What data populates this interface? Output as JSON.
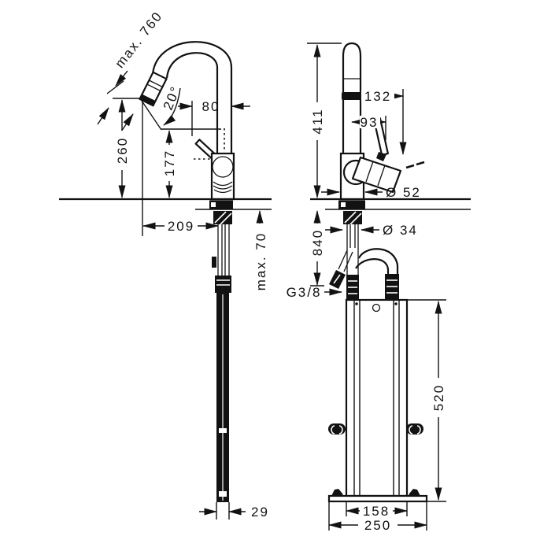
{
  "drawing": {
    "front_view": {
      "max_pullout_height": "max. 760",
      "spray_angle": "20°",
      "spout_offset": "80",
      "tip_height": "260",
      "spout_underside_height": "177",
      "spout_reach": "209",
      "max_counter_thickness": "max. 70",
      "hose_bar_width": "29"
    },
    "side_view": {
      "total_height": "411",
      "handle_sweep": "132",
      "handle_offset": "93",
      "body_diameter": "Ø 52",
      "shank_diameter": "Ø 34",
      "hose_drop": "840",
      "connection_thread": "G3/8",
      "box_height": "520",
      "base_inner_width": "158",
      "base_outer_width": "250"
    },
    "colors": {
      "line": "#121212",
      "background": "#ffffff"
    }
  }
}
